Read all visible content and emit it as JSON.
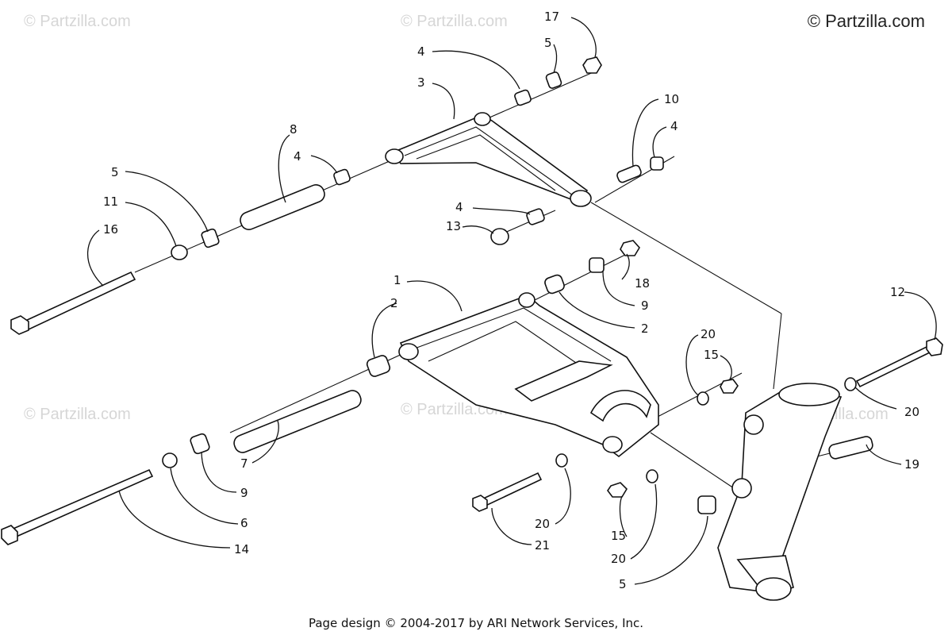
{
  "brand": "© Partzilla.com",
  "watermark": "© Partzilla.com",
  "footer": "Page design © 2004-2017 by ARI Network Services, Inc.",
  "callouts": [
    {
      "id": "c17",
      "text": "17"
    },
    {
      "id": "c5a",
      "text": "5"
    },
    {
      "id": "c4a",
      "text": "4"
    },
    {
      "id": "c3",
      "text": "3"
    },
    {
      "id": "c10",
      "text": "10"
    },
    {
      "id": "c4b",
      "text": "4"
    },
    {
      "id": "c8",
      "text": "8"
    },
    {
      "id": "c4c",
      "text": "4"
    },
    {
      "id": "c5b",
      "text": "5"
    },
    {
      "id": "c11",
      "text": "11"
    },
    {
      "id": "c16",
      "text": "16"
    },
    {
      "id": "c4d",
      "text": "4"
    },
    {
      "id": "c13",
      "text": "13"
    },
    {
      "id": "c1",
      "text": "1"
    },
    {
      "id": "c18",
      "text": "18"
    },
    {
      "id": "c9a",
      "text": "9"
    },
    {
      "id": "c2a",
      "text": "2"
    },
    {
      "id": "c2b",
      "text": "2"
    },
    {
      "id": "c12",
      "text": "12"
    },
    {
      "id": "c20a",
      "text": "20"
    },
    {
      "id": "c15a",
      "text": "15"
    },
    {
      "id": "c20b",
      "text": "20"
    },
    {
      "id": "c19",
      "text": "19"
    },
    {
      "id": "c7",
      "text": "7"
    },
    {
      "id": "c9b",
      "text": "9"
    },
    {
      "id": "c6",
      "text": "6"
    },
    {
      "id": "c14",
      "text": "14"
    },
    {
      "id": "c20c",
      "text": "20"
    },
    {
      "id": "c21",
      "text": "21"
    },
    {
      "id": "c15b",
      "text": "15"
    },
    {
      "id": "c20d",
      "text": "20"
    },
    {
      "id": "c5c",
      "text": "5"
    }
  ]
}
